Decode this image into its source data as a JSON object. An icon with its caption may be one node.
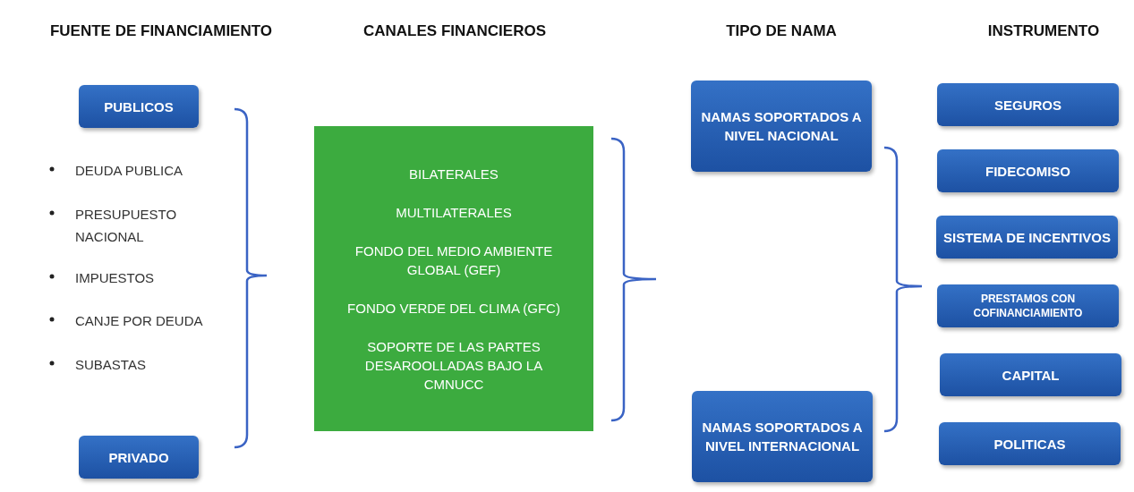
{
  "diagram": {
    "nodes": [
      {
        "text": [
          "PUBLICOS"
        ]
      },
      {
        "text": [
          "PRIVADO"
        ]
      },
      {
        "text": [
          "BILATERALES",
          "MULTILATERALES",
          "FONDO DEL MEDIO AMBIENTE GLOBAL (GEF)",
          "FONDO VERDE DEL CLIMA (GFC)",
          "SOPORTE DE LAS PARTES DESAROOLLADAS BAJO LA CMNUCC"
        ]
      },
      {
        "text": [
          "NAMAS SOPORTADOS A NIVEL NACIONAL"
        ]
      },
      {
        "text": [
          "NAMAS SOPORTADOS A NIVEL INTERNACIONAL"
        ]
      },
      {
        "text": [
          "SEGUROS"
        ]
      },
      {
        "text": [
          "FIDECOMISO"
        ]
      },
      {
        "text": [
          "SISTEMA DE INCENTIVOS"
        ]
      },
      {
        "text": [
          "PRESTAMOS CON COFINANCIAMIENTO"
        ]
      },
      {
        "text": [
          "CAPITAL"
        ]
      },
      {
        "text": [
          "POLITICAS"
        ]
      }
    ],
    "labels": [
      "FUENTE DE FINANCIAMIENTO",
      "CANALES FINANCIEROS",
      "TIPO DE NAMA",
      "INSTRUMENTO",
      "DEUDA PUBLICA",
      "PRESUPUESTO NACIONAL",
      "IMPUESTOS",
      "CANJE POR DEUDA",
      "SUBASTAS"
    ]
  }
}
